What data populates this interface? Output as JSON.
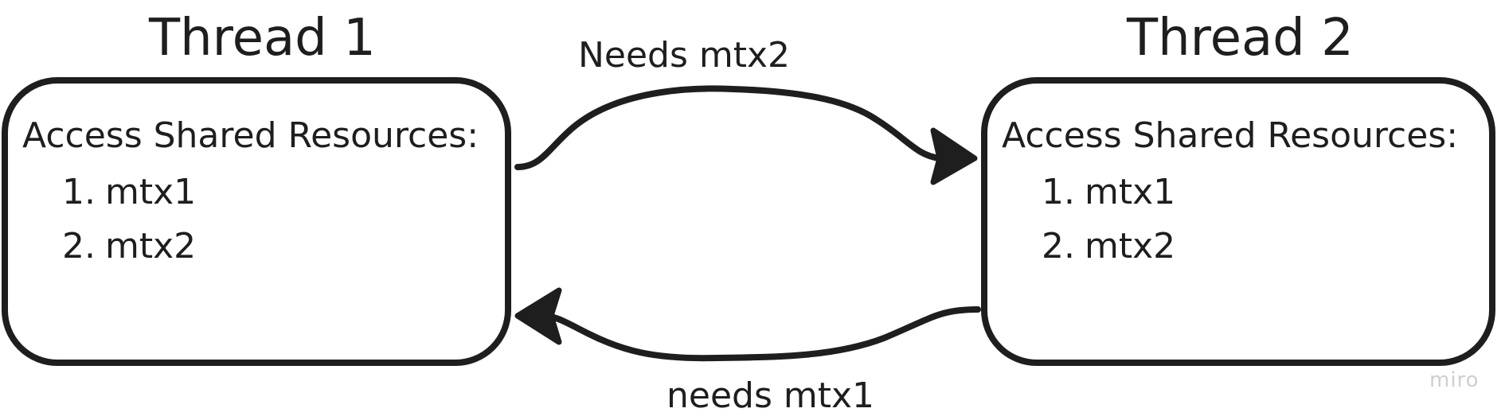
{
  "threads": [
    {
      "title": "Thread 1",
      "heading": "Access Shared Resources:",
      "resources": [
        {
          "num": "1.",
          "name": "mtx1"
        },
        {
          "num": "2.",
          "name": "mtx2"
        }
      ]
    },
    {
      "title": "Thread 2",
      "heading": "Access Shared Resources:",
      "resources": [
        {
          "num": "1.",
          "name": "mtx1"
        },
        {
          "num": "2.",
          "name": "mtx2"
        }
      ]
    }
  ],
  "edges": {
    "top_label": "Needs mtx2",
    "bottom_label": "needs mtx1"
  },
  "colors": {
    "stroke": "#1e1e1e",
    "watermark": "#cfcfcf"
  },
  "watermark": "miro"
}
